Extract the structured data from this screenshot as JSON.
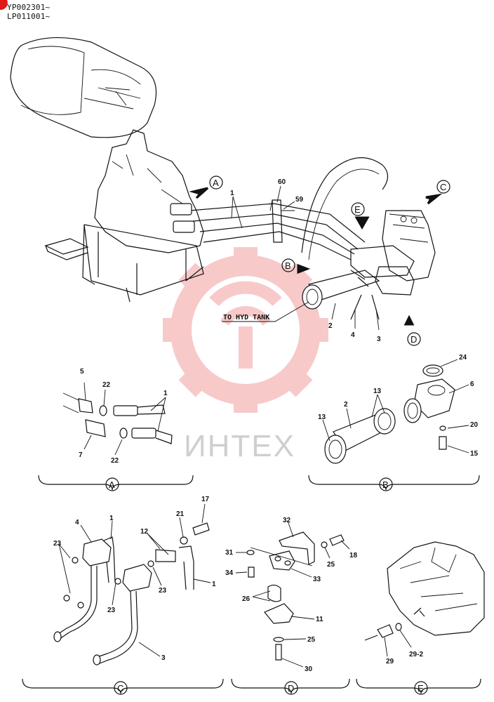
{
  "serials": [
    "YP002301~",
    "LP011001~"
  ],
  "watermark": {
    "text": "ИНТЕХ",
    "gear_color": "#f08a8a"
  },
  "main_view": {
    "to_hyd_tank": "TO HYD TANK",
    "callouts": {
      "view_a": "A",
      "view_b": "B",
      "view_c": "C",
      "view_d": "D",
      "view_e": "E"
    },
    "part_numbers": {
      "p1": "1",
      "p2": "2",
      "p3": "3",
      "p4": "4",
      "p59": "59",
      "p60": "60"
    }
  },
  "view_a": {
    "label": "A",
    "part_numbers": {
      "p5": "5",
      "p7": "7",
      "p22a": "22",
      "p22b": "22",
      "p1": "1"
    }
  },
  "view_b": {
    "label": "B",
    "part_numbers": {
      "p24": "24",
      "p6": "6",
      "p13a": "13",
      "p13b": "13",
      "p2": "2",
      "p20": "20",
      "p15": "15"
    }
  },
  "view_c": {
    "label": "C",
    "part_numbers": {
      "p4": "4",
      "p1a": "1",
      "p23a": "23",
      "p23b": "23",
      "p23c": "23",
      "p12": "12",
      "p21": "21",
      "p17": "17",
      "p1b": "1",
      "p3": "3"
    }
  },
  "view_d": {
    "label": "D",
    "part_numbers": {
      "p32": "32",
      "p31": "31",
      "p34": "34",
      "p25a": "25",
      "p18": "18",
      "p33": "33",
      "p26": "26",
      "p11": "11",
      "p25b": "25",
      "p30": "30"
    }
  },
  "view_e": {
    "label": "E",
    "part_numbers": {
      "p29": "29",
      "p29_2": "29-2"
    }
  }
}
